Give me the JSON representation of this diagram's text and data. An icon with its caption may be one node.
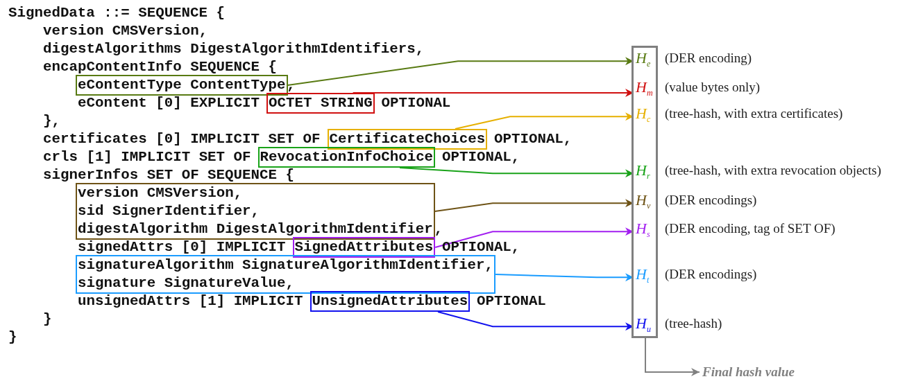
{
  "diagram": {
    "nodes": [
      {
        "text": [
          "eContentType ContentType"
        ]
      },
      {
        "text": [
          "OCTET STRING"
        ]
      },
      {
        "text": [
          "CertificateChoices"
        ]
      },
      {
        "text": [
          "RevocationInfoChoice"
        ]
      },
      {
        "text": [
          "version CMSVersion,",
          "sid SignerIdentifier,",
          "digestAlgorithm DigestAlgorithmIdentifier"
        ]
      },
      {
        "text": [
          "SignedAttributes"
        ]
      },
      {
        "text": [
          "signatureAlgorithm SignatureAlgorithmIdentifier,",
          "signature SignatureValue,"
        ]
      },
      {
        "text": [
          "UnsignedAttributes"
        ]
      },
      {
        "text": [],
        "shape": "box"
      },
      {
        "text": [
          "H$_{e}$"
        ],
        "in": 8,
        "beside": [
          "(DER encoding)"
        ]
      },
      {
        "text": [
          "H$_{m}$"
        ],
        "in": 8,
        "beside": [
          "(value bytes only)"
        ]
      },
      {
        "text": [
          "H$_{c}$"
        ],
        "in": 8,
        "beside": [
          "(tree-hash, with extra certificates)"
        ]
      },
      {
        "text": [
          "H$_{r}$"
        ],
        "in": 8,
        "beside": [
          "(tree-hash, with extra revocation objects)"
        ]
      },
      {
        "text": [
          "H$_{v}$"
        ],
        "in": 8,
        "beside": [
          "(DER encodings)"
        ]
      },
      {
        "text": [
          "H$_{s}$"
        ],
        "in": 8,
        "beside": [
          "(DER encoding, tag of SET OF)"
        ]
      },
      {
        "text": [
          "H$_{t}$"
        ],
        "in": 8,
        "beside": [
          "(DER encodings)"
        ]
      },
      {
        "text": [
          "H$_{u}$"
        ],
        "in": 8,
        "beside": [
          "(tree-hash)"
        ]
      },
      {
        "text": [
          "Final hash value"
        ]
      }
    ],
    "edges": [
      {
        "from": 0,
        "to": 9,
        "arrow": "to",
        "color": "#587a12"
      },
      {
        "from": 1,
        "to": 10,
        "arrow": "to",
        "color": "#d01010"
      },
      {
        "from": 2,
        "to": 11,
        "arrow": "to",
        "color": "#e6b000"
      },
      {
        "from": 3,
        "to": 12,
        "arrow": "to",
        "color": "#19a319"
      },
      {
        "from": 4,
        "to": 13,
        "arrow": "to",
        "color": "#6e5316"
      },
      {
        "from": 5,
        "to": 14,
        "arrow": "to",
        "color": "#a21ff0"
      },
      {
        "from": 6,
        "to": 15,
        "arrow": "to",
        "color": "#1a9cff"
      },
      {
        "from": 7,
        "to": 16,
        "arrow": "to",
        "color": "#1212ee"
      },
      {
        "from": 8,
        "to": 17,
        "arrow": "to",
        "color": "#808080"
      }
    ],
    "labels": [
      "SignedData ::= SEQUENCE {",
      "version CMSVersion,",
      "digestAlgorithms DigestAlgorithmIdentifiers,",
      "encapContentInfo SEQUENCE {",
      ",",
      "eContent [0] EXPLICIT",
      "OPTIONAL",
      "},",
      "certificates [0] IMPLICIT SET OF",
      "OPTIONAL,",
      "crls [1] IMPLICIT SET OF",
      "OPTIONAL,",
      "signerInfos SET OF SEQUENCE {",
      ",",
      "signedAttrs [0] IMPLICIT",
      "OPTIONAL,",
      "unsignedAttrs [1] IMPLICIT",
      "OPTIONAL",
      "}",
      "}"
    ]
  }
}
